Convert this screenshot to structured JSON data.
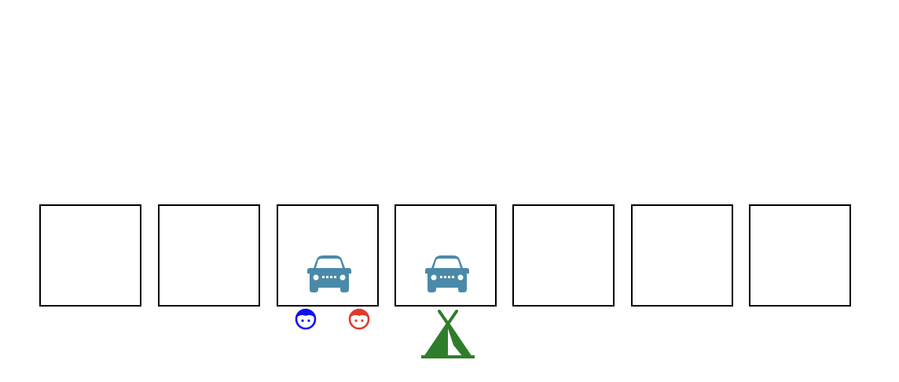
{
  "board": {
    "cells": [
      {
        "index": 0,
        "contents": []
      },
      {
        "index": 1,
        "contents": []
      },
      {
        "index": 2,
        "contents": [
          "car-icon"
        ]
      },
      {
        "index": 3,
        "contents": [
          "car-icon"
        ]
      },
      {
        "index": 4,
        "contents": []
      },
      {
        "index": 5,
        "contents": []
      },
      {
        "index": 6,
        "contents": []
      }
    ]
  },
  "tokens": [
    {
      "name": "player-blue-face-icon",
      "cell": 2,
      "color": "#1010ee"
    },
    {
      "name": "player-red-face-icon",
      "cell": 2,
      "color": "#e23a2a"
    },
    {
      "name": "tent-icon",
      "cell": 3,
      "color": "#2f7d2a"
    }
  ],
  "colors": {
    "car": "#4a8aa8",
    "cell_border": "#000000",
    "background": "#ffffff"
  }
}
